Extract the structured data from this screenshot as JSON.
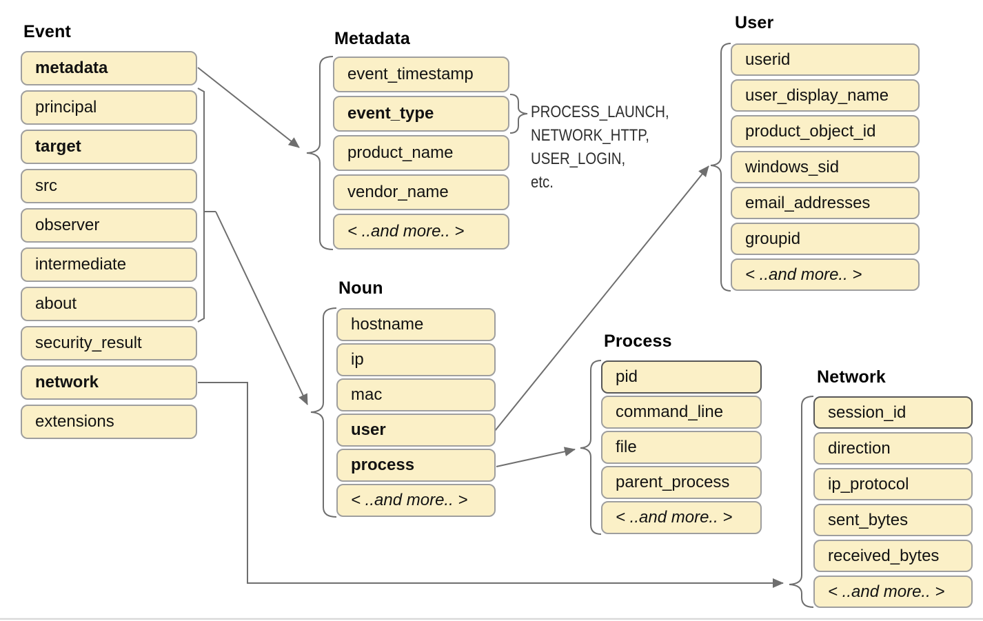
{
  "colors": {
    "box_fill": "#fbf0c7",
    "box_border": "#9e9e9e",
    "box_border_dark": "#575757",
    "line_color": "#6e6e6e",
    "separator_color": "#d9d9d9"
  },
  "groups": {
    "event": {
      "title": "Event",
      "items": [
        {
          "label": "metadata",
          "bold": true
        },
        {
          "label": "principal"
        },
        {
          "label": "target",
          "bold": true
        },
        {
          "label": "src"
        },
        {
          "label": "observer"
        },
        {
          "label": "intermediate"
        },
        {
          "label": "about"
        },
        {
          "label": "security_result"
        },
        {
          "label": "network",
          "bold": true
        },
        {
          "label": "extensions"
        }
      ]
    },
    "metadata": {
      "title": "Metadata",
      "items": [
        {
          "label": "event_timestamp"
        },
        {
          "label": "event_type",
          "bold": true
        },
        {
          "label": "product_name"
        },
        {
          "label": "vendor_name"
        },
        {
          "label": "< ..and more.. >",
          "italic": true
        }
      ]
    },
    "noun": {
      "title": "Noun",
      "items": [
        {
          "label": "hostname"
        },
        {
          "label": "ip"
        },
        {
          "label": "mac"
        },
        {
          "label": "user",
          "bold": true
        },
        {
          "label": "process",
          "bold": true
        },
        {
          "label": "< ..and more.. >",
          "italic": true
        }
      ]
    },
    "user": {
      "title": "User",
      "items": [
        {
          "label": "userid"
        },
        {
          "label": "user_display_name"
        },
        {
          "label": "product_object_id"
        },
        {
          "label": "windows_sid"
        },
        {
          "label": "email_addresses"
        },
        {
          "label": "groupid"
        },
        {
          "label": "< ..and more.. >",
          "italic": true
        }
      ]
    },
    "process": {
      "title": "Process",
      "items": [
        {
          "label": "pid",
          "dark": true
        },
        {
          "label": "command_line"
        },
        {
          "label": "file"
        },
        {
          "label": "parent_process"
        },
        {
          "label": "< ..and more.. >",
          "italic": true
        }
      ]
    },
    "network": {
      "title": "Network",
      "items": [
        {
          "label": "session_id",
          "dark": true
        },
        {
          "label": "direction"
        },
        {
          "label": "ip_protocol"
        },
        {
          "label": "sent_bytes"
        },
        {
          "label": "received_bytes"
        },
        {
          "label": "< ..and more.. >",
          "italic": true
        }
      ]
    }
  },
  "annotation": {
    "event_type_examples": [
      "PROCESS_LAUNCH,",
      "NETWORK_HTTP,",
      "USER_LOGIN,",
      "etc."
    ]
  }
}
